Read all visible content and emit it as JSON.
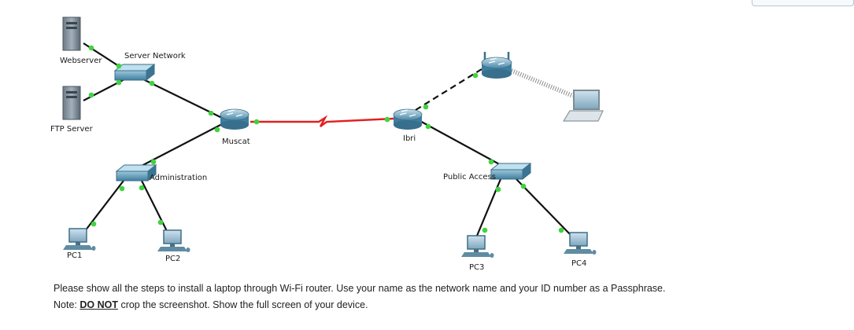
{
  "devices": {
    "webserver": "Webserver",
    "ftp_server": "FTP Server",
    "server_network": "Server Network",
    "muscat": "Muscat",
    "ibri": "Ibri",
    "administration": "Administration",
    "public_access": "Public Access",
    "pc1": "PC1",
    "pc2": "PC2",
    "pc3": "PC3",
    "pc4": "PC4"
  },
  "instructions": {
    "line1": "Please show all the steps to install a laptop through Wi-Fi router. Use your name as the network name and your ID number as a Passphrase.",
    "note_prefix": "Note: ",
    "note_emphasis": "DO NOT",
    "note_rest": " crop the screenshot. Show the full screen of your device."
  },
  "colors": {
    "link": "#111111",
    "serial_link": "#e0201f",
    "port_up": "#3fd43f",
    "device_blue": "#4a8fb0"
  },
  "icons": [
    "server-icon",
    "switch-icon",
    "router-icon",
    "wireless-router-icon",
    "laptop-icon",
    "pc-icon"
  ]
}
